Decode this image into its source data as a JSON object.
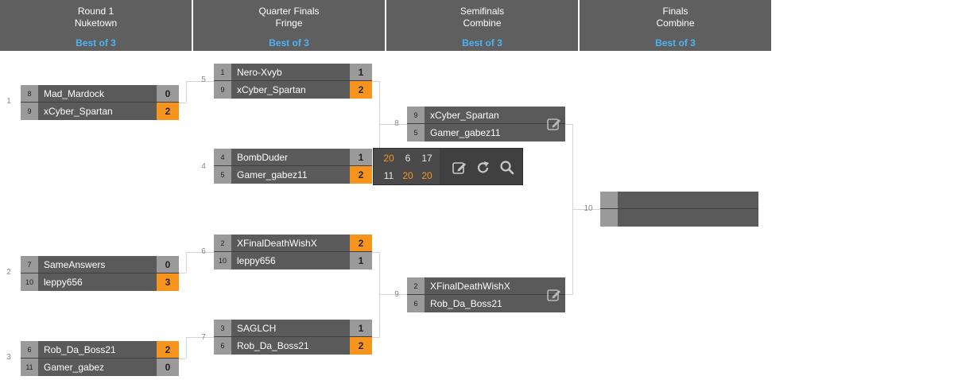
{
  "rounds": [
    {
      "name": "Round 1",
      "map": "Nuketown",
      "best_of": "Best of 3"
    },
    {
      "name": "Quarter Finals",
      "map": "Fringe",
      "best_of": "Best of 3"
    },
    {
      "name": "Semifinals",
      "map": "Combine",
      "best_of": "Best of 3"
    },
    {
      "name": "Finals",
      "map": "Combine",
      "best_of": "Best of 3"
    }
  ],
  "matches": {
    "m1": {
      "number": "1",
      "p1": {
        "seed": "8",
        "name": "Mad_Mardock",
        "score": "0"
      },
      "p2": {
        "seed": "9",
        "name": "xCyber_Spartan",
        "score": "2"
      }
    },
    "m2": {
      "number": "2",
      "p1": {
        "seed": "7",
        "name": "SameAnswers",
        "score": "0"
      },
      "p2": {
        "seed": "10",
        "name": "leppy656",
        "score": "3"
      }
    },
    "m3": {
      "number": "3",
      "p1": {
        "seed": "6",
        "name": "Rob_Da_Boss21",
        "score": "2"
      },
      "p2": {
        "seed": "11",
        "name": "Gamer_gabez",
        "score": "0"
      }
    },
    "m5": {
      "number": "5",
      "p1": {
        "seed": "1",
        "name": "Nero-Xvyb",
        "score": "1"
      },
      "p2": {
        "seed": "9",
        "name": "xCyber_Spartan",
        "score": "2"
      }
    },
    "m4": {
      "number": "4",
      "p1": {
        "seed": "4",
        "name": "BombDuder",
        "score": "1"
      },
      "p2": {
        "seed": "5",
        "name": "Gamer_gabez11",
        "score": "2"
      }
    },
    "m6": {
      "number": "6",
      "p1": {
        "seed": "2",
        "name": "XFinalDeathWishX",
        "score": "2"
      },
      "p2": {
        "seed": "10",
        "name": "leppy656",
        "score": "1"
      }
    },
    "m7": {
      "number": "7",
      "p1": {
        "seed": "3",
        "name": "SAGLCH",
        "score": "1"
      },
      "p2": {
        "seed": "6",
        "name": "Rob_Da_Boss21",
        "score": "2"
      }
    },
    "m8": {
      "number": "8",
      "p1": {
        "seed": "9",
        "name": "xCyber_Spartan"
      },
      "p2": {
        "seed": "5",
        "name": "Gamer_gabez11"
      }
    },
    "m9": {
      "number": "9",
      "p1": {
        "seed": "2",
        "name": "XFinalDeathWishX"
      },
      "p2": {
        "seed": "6",
        "name": "Rob_Da_Boss21"
      }
    },
    "m10": {
      "number": "10"
    }
  },
  "popup": {
    "game_scores": {
      "p1": [
        "20",
        "6",
        "17"
      ],
      "p2": [
        "11",
        "20",
        "20"
      ]
    },
    "icons": [
      "edit-icon",
      "refresh-icon",
      "search-icon"
    ]
  },
  "colors": {
    "header_bg": "#5f5f5f",
    "best_of": "#4db3f0",
    "winner_score": "#f7941d",
    "row_bg": "#5a5a5a",
    "seed_bg": "#9a9a9a"
  }
}
